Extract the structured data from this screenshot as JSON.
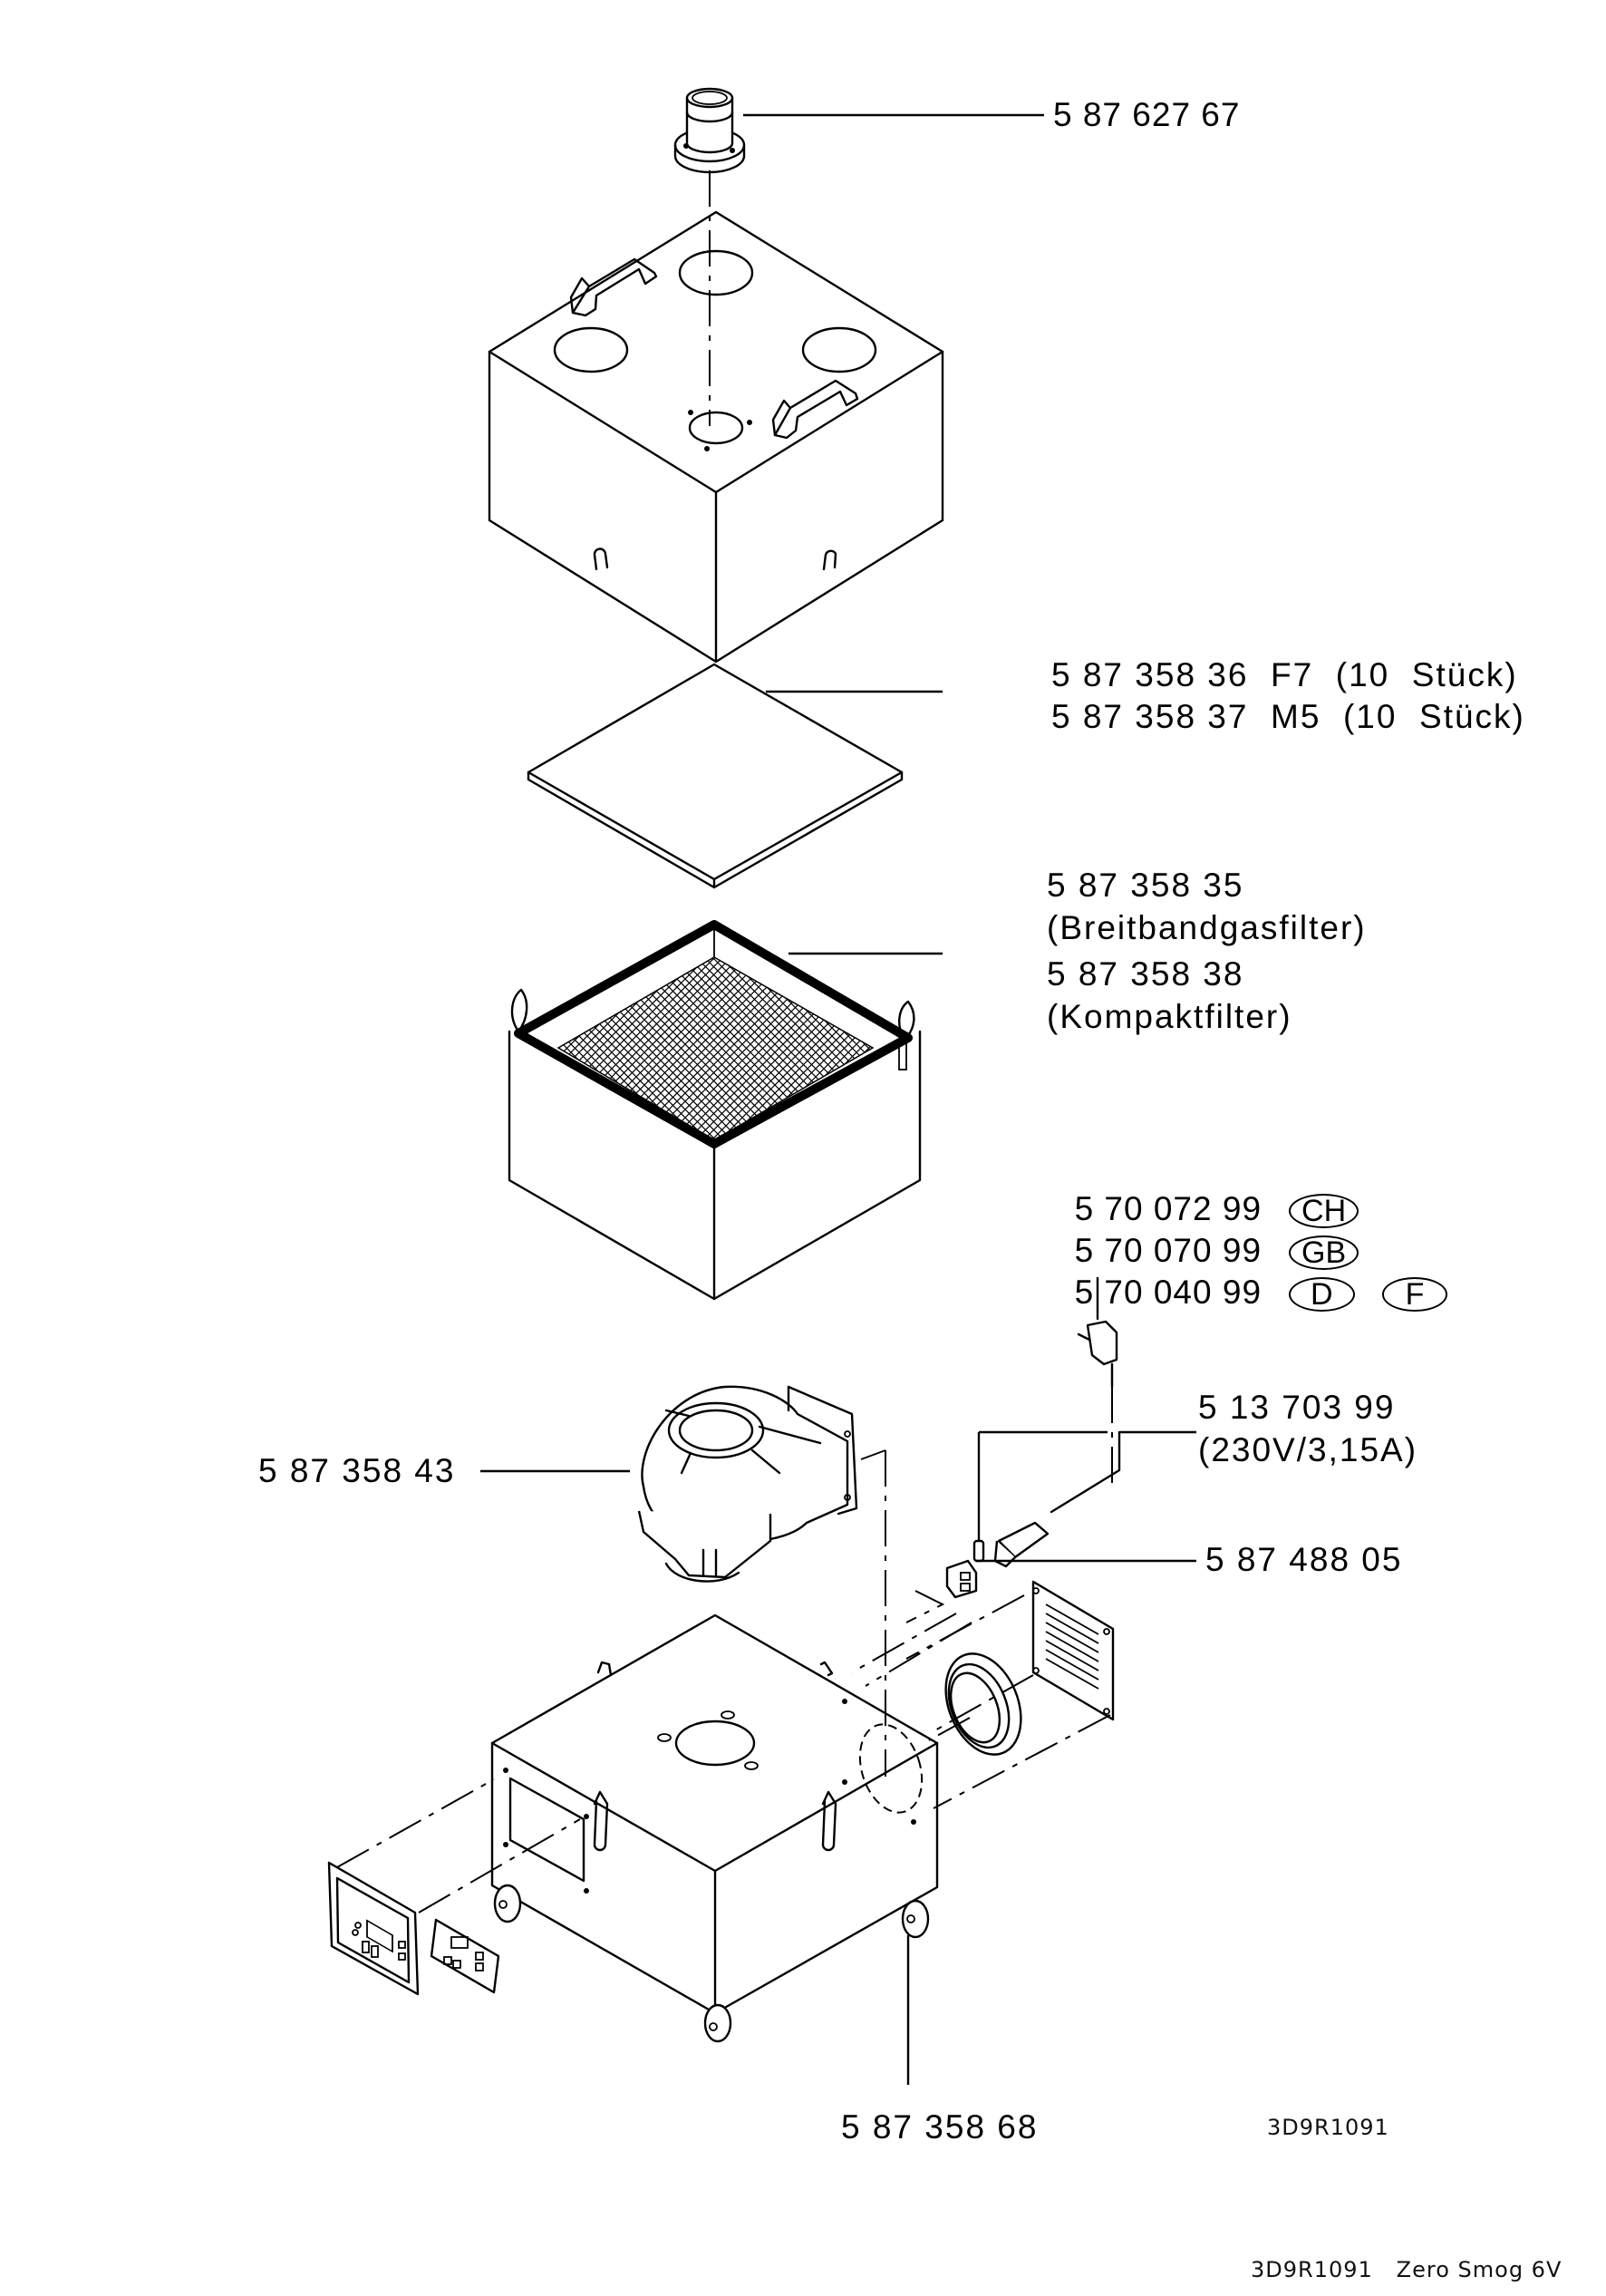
{
  "document": {
    "type": "exploded parts diagram",
    "drawing_id": "3D9R1091",
    "footer": "3D9R1091   Zero Smog 6V"
  },
  "parts": [
    {
      "id": "adapter",
      "number": "5 87 627 67",
      "lines": []
    },
    {
      "id": "filter-mat",
      "number": "5 87 358 36",
      "lines": [
        "5 87 358 36  F7  (10  Stück)",
        "5 87 358 37  M5  (10  Stück)"
      ]
    },
    {
      "id": "main-filter",
      "number": "5 87 358 35",
      "lines": [
        "5 87 358 35",
        "(Breitbandgasfilter)",
        "5 87 358 38",
        "(Kompaktfilter)"
      ]
    },
    {
      "id": "power-cord",
      "lines": [
        {
          "number": "5 70 072 99",
          "countries": [
            "CH"
          ]
        },
        {
          "number": "5 70 070 99",
          "countries": [
            "GB"
          ]
        },
        {
          "number": "5 70 040 99",
          "countries": [
            "D",
            "F"
          ]
        }
      ]
    },
    {
      "id": "fuse",
      "lines": [
        "5 13 703 99",
        "(230V/3,15A)"
      ]
    },
    {
      "id": "fan",
      "number": "5 87 358 43"
    },
    {
      "id": "switch",
      "number": "5 87 488 05"
    },
    {
      "id": "base-unit",
      "number": "5 87 358 68"
    }
  ]
}
